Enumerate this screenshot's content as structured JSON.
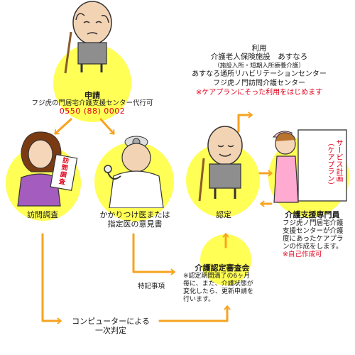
{
  "colors": {
    "circle": "#ffff55",
    "arrow": "#f7a321",
    "red": "#e0001b",
    "text": "#1a1a1a"
  },
  "nodes": {
    "application": {
      "title": "申請",
      "line1": "フジ虎の門居宅介護支援センター代行可",
      "phone": "0550 (88) 0002"
    },
    "visit": {
      "label": "訪問調査",
      "form_text": "訪問調査"
    },
    "doctor": {
      "label_line1": "かかりつけ医または",
      "label_line2": "指定医の意見書"
    },
    "certification": {
      "label": "認定"
    },
    "usage": {
      "title": "利用",
      "line1": "介護老人保険施設　あすなろ",
      "line2": "（施設入所・短期入所療養介護）",
      "line3": "あすなろ通所リハビリテーションセンター",
      "line4": "フジ虎ノ門訪問介護センター",
      "note": "※ケアプランにそった利用をはじめます"
    },
    "care_manager": {
      "title": "介護支援専門員",
      "line1": "フジ虎ノ門居宅介護",
      "line2": "支援センターが介護",
      "line3": "度にあったケアプラ",
      "line4": "ンの作成をします。",
      "note": "※自己作成可",
      "board_text": "サービス計画（ケアプラン）"
    },
    "committee": {
      "title": "介護認定審査会",
      "line1": "※認定期間満了の6ヶ月",
      "line2": "毎に、また、介護状態が",
      "line3": "変化したら、更新申請を",
      "line4": "行います。"
    },
    "computer": {
      "line1": "コンピューターによる",
      "line2": "一次判定"
    },
    "edge_label": {
      "special_notes": "特記事項"
    }
  }
}
